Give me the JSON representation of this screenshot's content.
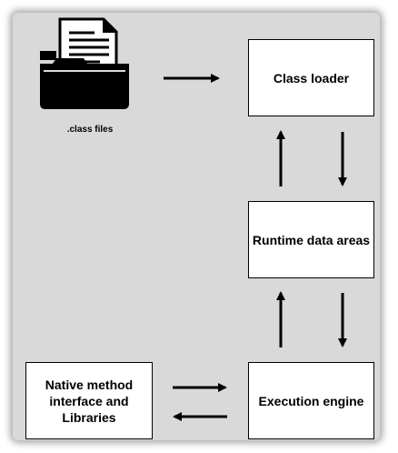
{
  "diagram": {
    "nodes": {
      "class_loader": "Class loader",
      "runtime_data_areas": "Runtime data areas",
      "execution_engine": "Execution engine",
      "native_interface": "Native method interface and Libraries"
    },
    "class_files_label": ".class files",
    "icon": "folder-document-icon",
    "colors": {
      "background": "#d9d9d9",
      "box_fill": "#ffffff",
      "stroke": "#000000"
    }
  }
}
